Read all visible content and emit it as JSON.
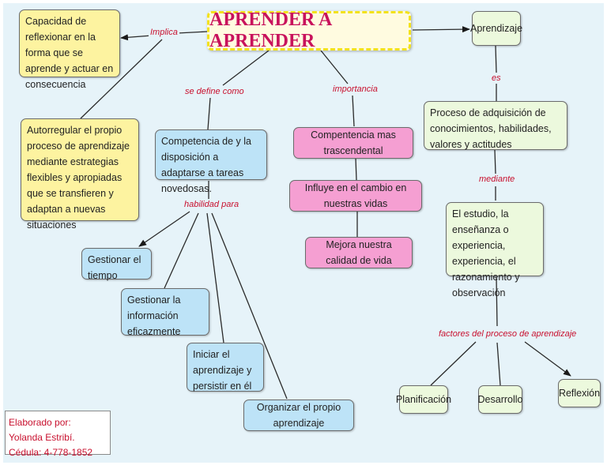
{
  "title": "APRENDER A APRENDER",
  "nodes": {
    "capacidad": "Capacidad de reflexionar en la forma que se aprende y actuar en consecuencia",
    "autorregular": "Autorregular el propio proceso de aprendizaje mediante estrategias flexibles y apropiadas que se transfieren y adaptan a nuevas situaciones",
    "competencia_disposicion": "Competencia de y la disposición a adaptarse a tareas novedosas.",
    "competencia_trascendental": "Compentencia mas trascendental",
    "influye": "Influye en el cambio en nuestras vidas",
    "mejora": "Mejora nuestra calidad de vida",
    "aprendizaje": "Aprendizaje",
    "proceso": "Proceso de adquisición de conocimientos, habilidades, valores y actitudes",
    "estudio": "El estudio, la enseñanza o experiencia, experiencia, el razonamiento y observación",
    "gestionar_tiempo": "Gestionar el tiempo",
    "gestionar_info": "Gestionar la información eficazmente",
    "iniciar": "Iniciar el aprendizaje y persistir en él",
    "organizar": "Organizar el propio aprendizaje",
    "planificacion": "Planificación",
    "desarrollo": "Desarrollo",
    "reflexion": "Reflexión"
  },
  "links": {
    "implica": "Implica",
    "se_define_como": "se define como",
    "importancia": "importancia",
    "es": "es",
    "mediante": "mediante",
    "habilidad_para": "habilidad para",
    "factores": "factores del proceso de aprendizaje"
  },
  "credit": {
    "line1": "Elaborado por: Yolanda Estribí.",
    "line2": "Cédula: 4-778-1852"
  },
  "colors": {
    "yellow": "#fdf3a0",
    "blue": "#bde3f7",
    "pink": "#f59fd2",
    "green": "#ecf9dd",
    "title_text": "#c8125c",
    "label_text": "#c8102e"
  }
}
